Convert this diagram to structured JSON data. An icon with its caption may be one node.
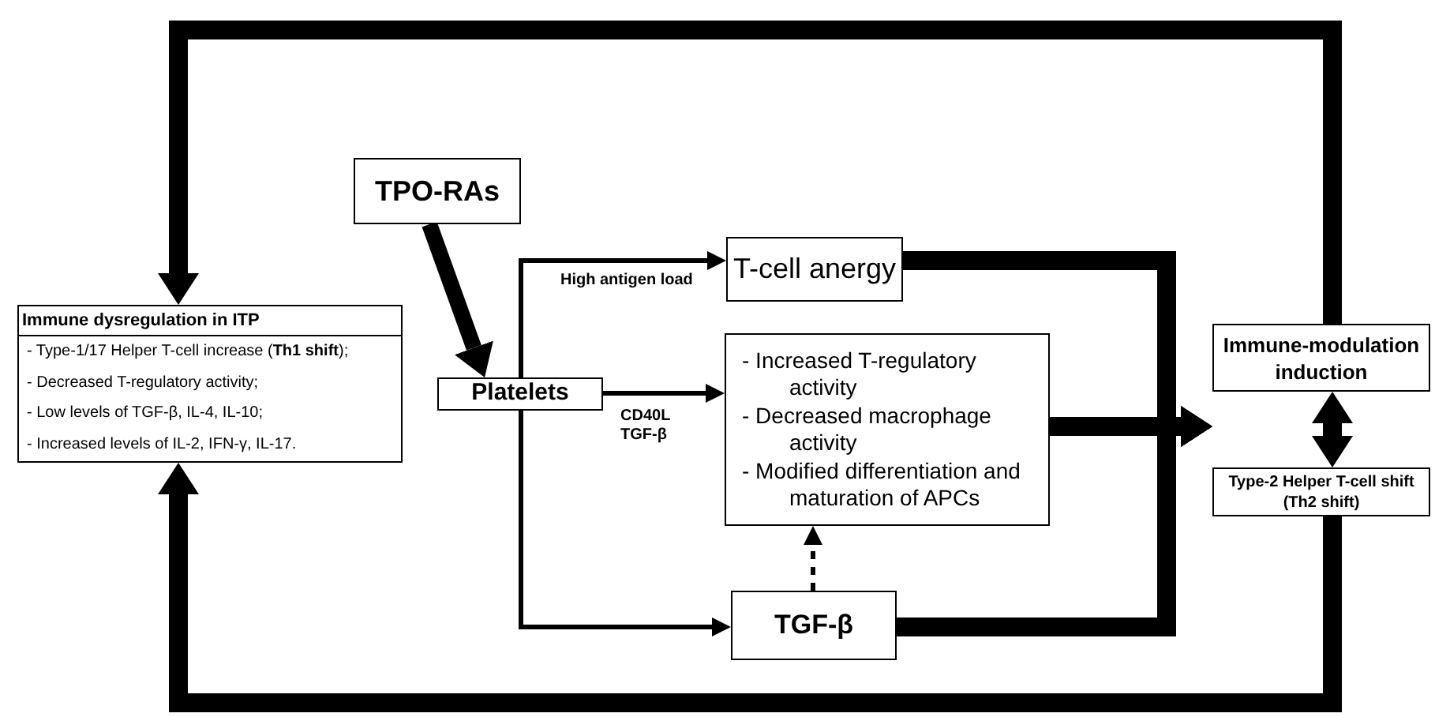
{
  "diagram": {
    "nodes": [
      {
        "text": [
          "Immune dysregulation in ITP",
          "- Type-1/17 Helper T-cell increase (**Th1 shift**);",
          "- Decreased T-regulatory activity;",
          "- Low levels of TGF-β, IL-4, IL-10;",
          "- Increased levels of IL-2, IFN-γ, IL-17."
        ]
      },
      {
        "text": [
          "TPO-RAs"
        ]
      },
      {
        "text": [
          "Platelets"
        ]
      },
      {
        "text": [
          "T-cell anergy"
        ]
      },
      {
        "text": [
          "- Increased T-regulatory activity",
          "- Decreased macrophage activity",
          "- Modified differentiation and maturation of APCs"
        ]
      },
      {
        "text": [
          "TGF-β"
        ]
      },
      {
        "text": [
          "Immune-modulation induction"
        ]
      },
      {
        "text": [
          "Type-2 Helper T-cell shift (Th2 shift)"
        ]
      }
    ],
    "edges": [
      {
        "from": 1,
        "to": 2,
        "arrow": "to"
      },
      {
        "from": 2,
        "to": 3,
        "arrow": "to",
        "label": "High antigen load"
      },
      {
        "from": 2,
        "to": 4,
        "arrow": "to",
        "label": "CD40L TGF-β"
      },
      {
        "from": 2,
        "to": 5,
        "arrow": "to"
      },
      {
        "from": 5,
        "to": 4,
        "arrow": "to",
        "style": "dashed"
      },
      {
        "from": 3,
        "to": 6,
        "arrow": "to"
      },
      {
        "from": 4,
        "to": 6,
        "arrow": "to"
      },
      {
        "from": 5,
        "to": 6,
        "arrow": "to"
      },
      {
        "from": 6,
        "to": 7,
        "arrow": "both"
      },
      {
        "from": 6,
        "to": 0,
        "arrow": "to"
      },
      {
        "from": 7,
        "to": 0,
        "arrow": "to"
      }
    ]
  }
}
